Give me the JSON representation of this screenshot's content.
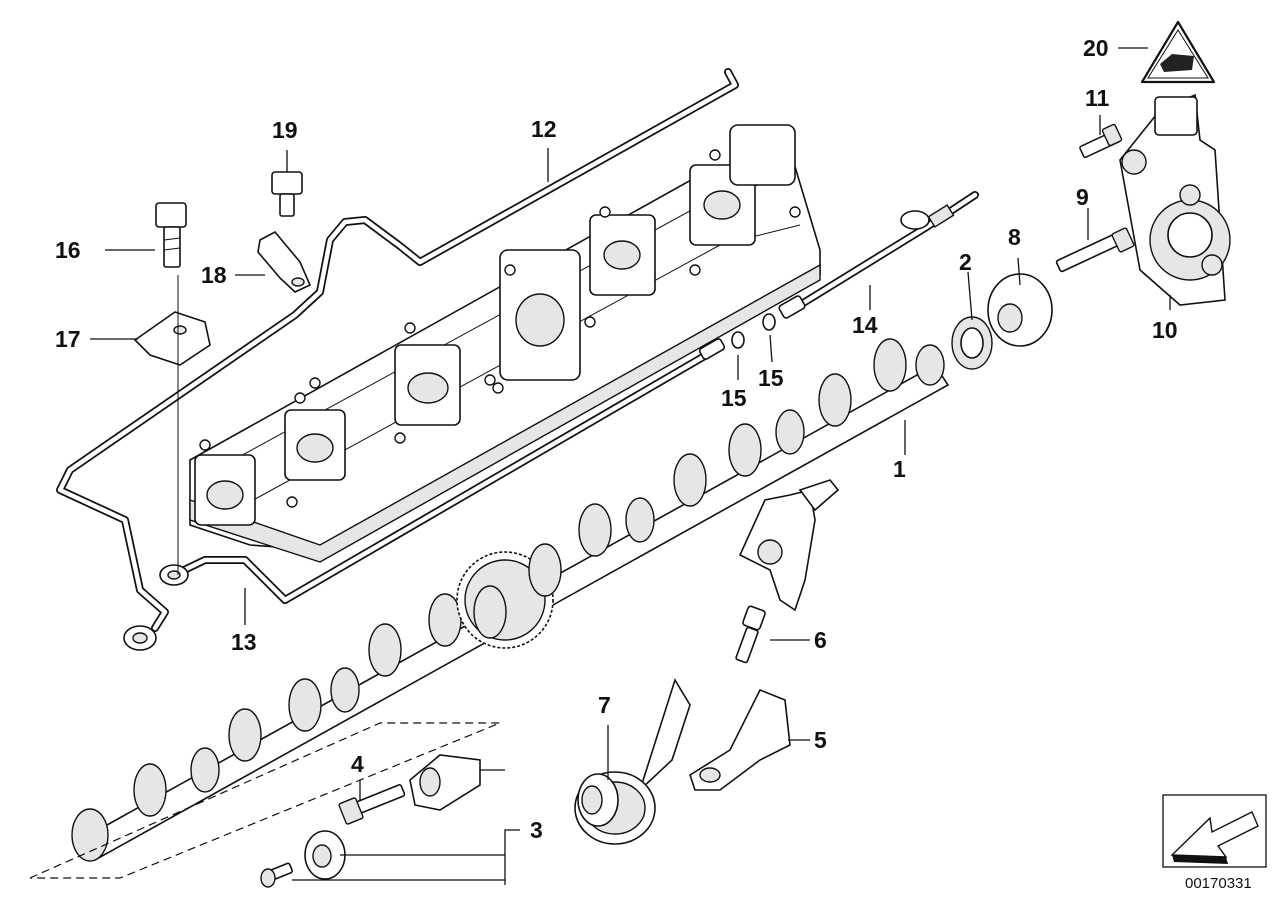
{
  "diagram": {
    "reference_number": "00170331",
    "warning_symbol": "warning-triangle-icon",
    "direction_symbol": "arrow-icon",
    "callouts": [
      {
        "id": "c1",
        "label": "1"
      },
      {
        "id": "c2",
        "label": "2"
      },
      {
        "id": "c3",
        "label": "3"
      },
      {
        "id": "c4",
        "label": "4"
      },
      {
        "id": "c5",
        "label": "5"
      },
      {
        "id": "c6",
        "label": "6"
      },
      {
        "id": "c7",
        "label": "7"
      },
      {
        "id": "c8",
        "label": "8"
      },
      {
        "id": "c9",
        "label": "9"
      },
      {
        "id": "c10",
        "label": "10"
      },
      {
        "id": "c11",
        "label": "11"
      },
      {
        "id": "c12",
        "label": "12"
      },
      {
        "id": "c13",
        "label": "13"
      },
      {
        "id": "c14",
        "label": "14"
      },
      {
        "id": "c15a",
        "label": "15"
      },
      {
        "id": "c15b",
        "label": "15"
      },
      {
        "id": "c16",
        "label": "16"
      },
      {
        "id": "c17",
        "label": "17"
      },
      {
        "id": "c18",
        "label": "18"
      },
      {
        "id": "c19",
        "label": "19"
      },
      {
        "id": "c20",
        "label": "20"
      }
    ]
  }
}
